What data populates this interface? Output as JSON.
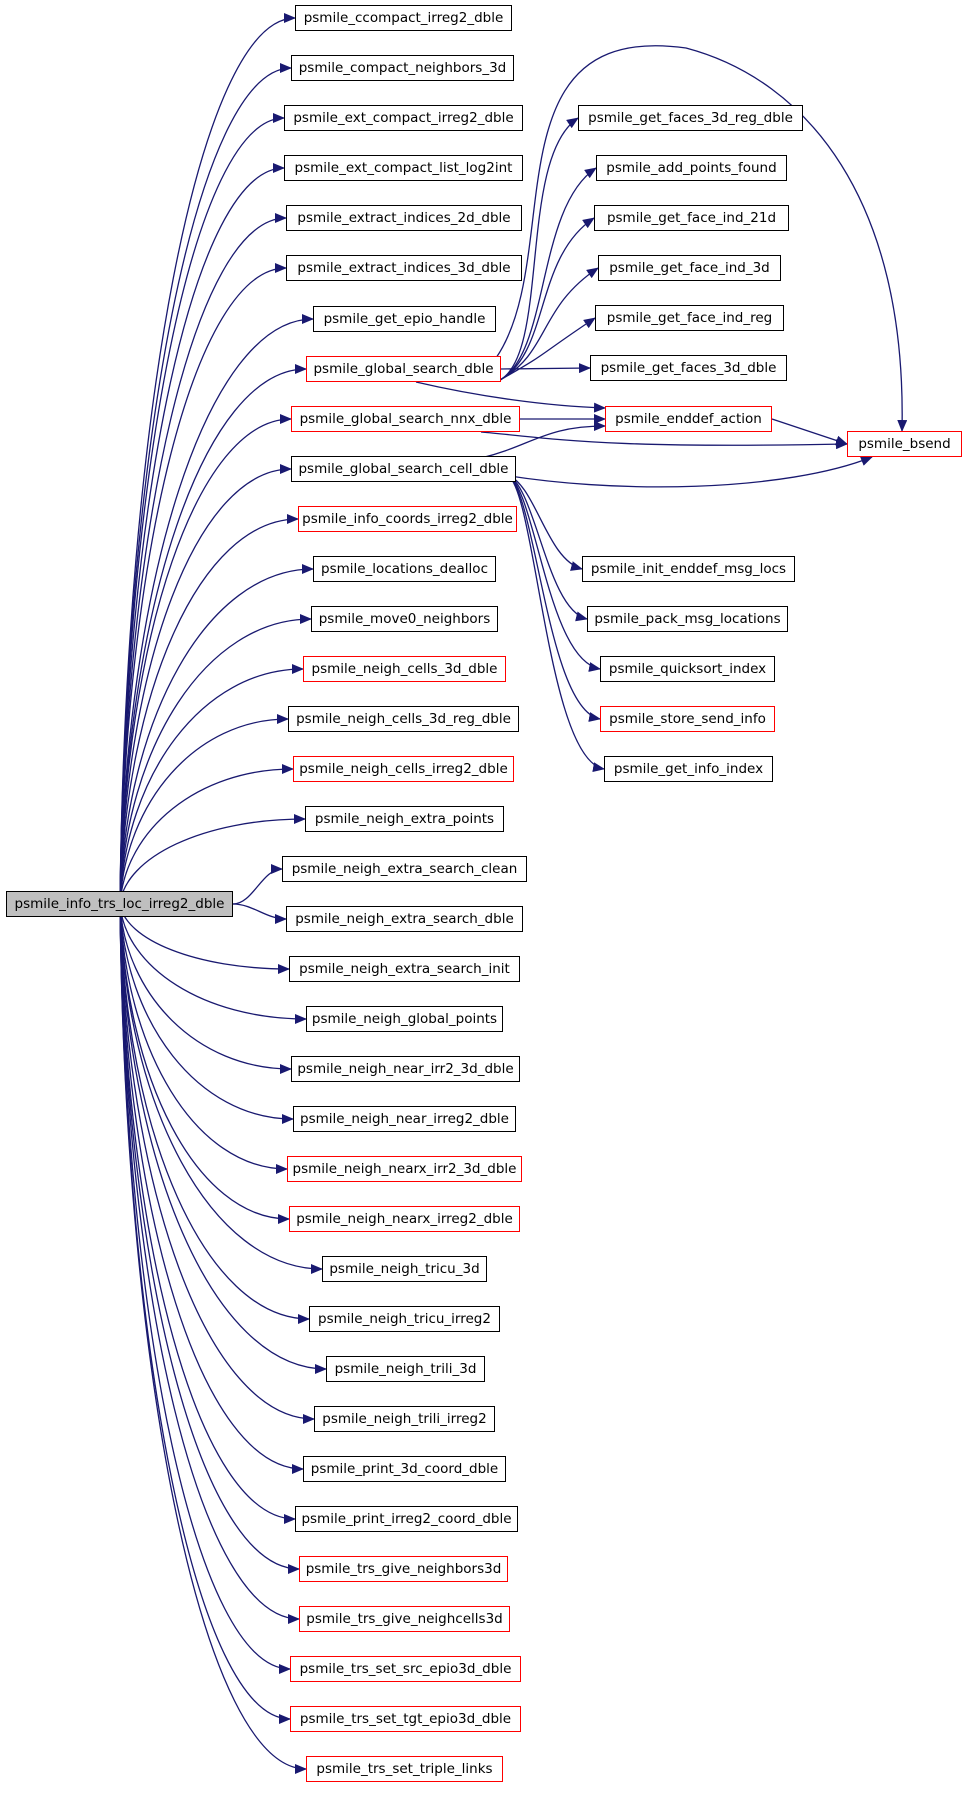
{
  "graph": {
    "edge_color": "#191970",
    "node_border_default": "#000000",
    "node_border_highlight": "#ff0000",
    "root_fill": "#bfbfbf",
    "root": {
      "label": "psmile_info_trs_loc_irreg2_dble"
    },
    "callees": [
      {
        "label": "psmile_ccompact_irreg2_dble",
        "red": false
      },
      {
        "label": "psmile_compact_neighbors_3d",
        "red": false
      },
      {
        "label": "psmile_ext_compact_irreg2_dble",
        "red": false
      },
      {
        "label": "psmile_ext_compact_list_log2int",
        "red": false
      },
      {
        "label": "psmile_extract_indices_2d_dble",
        "red": false
      },
      {
        "label": "psmile_extract_indices_3d_dble",
        "red": false
      },
      {
        "label": "psmile_get_epio_handle",
        "red": false
      },
      {
        "label": "psmile_global_search_dble",
        "red": true
      },
      {
        "label": "psmile_global_search_nnx_dble",
        "red": true
      },
      {
        "label": "psmile_global_search_cell_dble",
        "red": false
      },
      {
        "label": "psmile_info_coords_irreg2_dble",
        "red": true
      },
      {
        "label": "psmile_locations_dealloc",
        "red": false
      },
      {
        "label": "psmile_move0_neighbors",
        "red": false
      },
      {
        "label": "psmile_neigh_cells_3d_dble",
        "red": true
      },
      {
        "label": "psmile_neigh_cells_3d_reg_dble",
        "red": false
      },
      {
        "label": "psmile_neigh_cells_irreg2_dble",
        "red": true
      },
      {
        "label": "psmile_neigh_extra_points",
        "red": false
      },
      {
        "label": "psmile_neigh_extra_search_clean",
        "red": false
      },
      {
        "label": "psmile_neigh_extra_search_dble",
        "red": false
      },
      {
        "label": "psmile_neigh_extra_search_init",
        "red": false
      },
      {
        "label": "psmile_neigh_global_points",
        "red": false
      },
      {
        "label": "psmile_neigh_near_irr2_3d_dble",
        "red": false
      },
      {
        "label": "psmile_neigh_near_irreg2_dble",
        "red": false
      },
      {
        "label": "psmile_neigh_nearx_irr2_3d_dble",
        "red": true
      },
      {
        "label": "psmile_neigh_nearx_irreg2_dble",
        "red": true
      },
      {
        "label": "psmile_neigh_tricu_3d",
        "red": false
      },
      {
        "label": "psmile_neigh_tricu_irreg2",
        "red": false
      },
      {
        "label": "psmile_neigh_trili_3d",
        "red": false
      },
      {
        "label": "psmile_neigh_trili_irreg2",
        "red": false
      },
      {
        "label": "psmile_print_3d_coord_dble",
        "red": false
      },
      {
        "label": "psmile_print_irreg2_coord_dble",
        "red": false
      },
      {
        "label": "psmile_trs_give_neighbors3d",
        "red": true
      },
      {
        "label": "psmile_trs_give_neighcells3d",
        "red": true
      },
      {
        "label": "psmile_trs_set_src_epio3d_dble",
        "red": true
      },
      {
        "label": "psmile_trs_set_tgt_epio3d_dble",
        "red": true
      },
      {
        "label": "psmile_trs_set_triple_links",
        "red": true
      }
    ],
    "second_level": [
      {
        "label": "psmile_get_faces_3d_reg_dble",
        "red": false
      },
      {
        "label": "psmile_add_points_found",
        "red": false
      },
      {
        "label": "psmile_get_face_ind_21d",
        "red": false
      },
      {
        "label": "psmile_get_face_ind_3d",
        "red": false
      },
      {
        "label": "psmile_get_face_ind_reg",
        "red": false
      },
      {
        "label": "psmile_get_faces_3d_dble",
        "red": false
      },
      {
        "label": "psmile_enddef_action",
        "red": true
      },
      {
        "label": "psmile_bsend",
        "red": true
      },
      {
        "label": "psmile_init_enddef_msg_locs",
        "red": false
      },
      {
        "label": "psmile_pack_msg_locations",
        "red": false
      },
      {
        "label": "psmile_quicksort_index",
        "red": false
      },
      {
        "label": "psmile_store_send_info",
        "red": true
      },
      {
        "label": "psmile_get_info_index",
        "red": false
      }
    ]
  }
}
